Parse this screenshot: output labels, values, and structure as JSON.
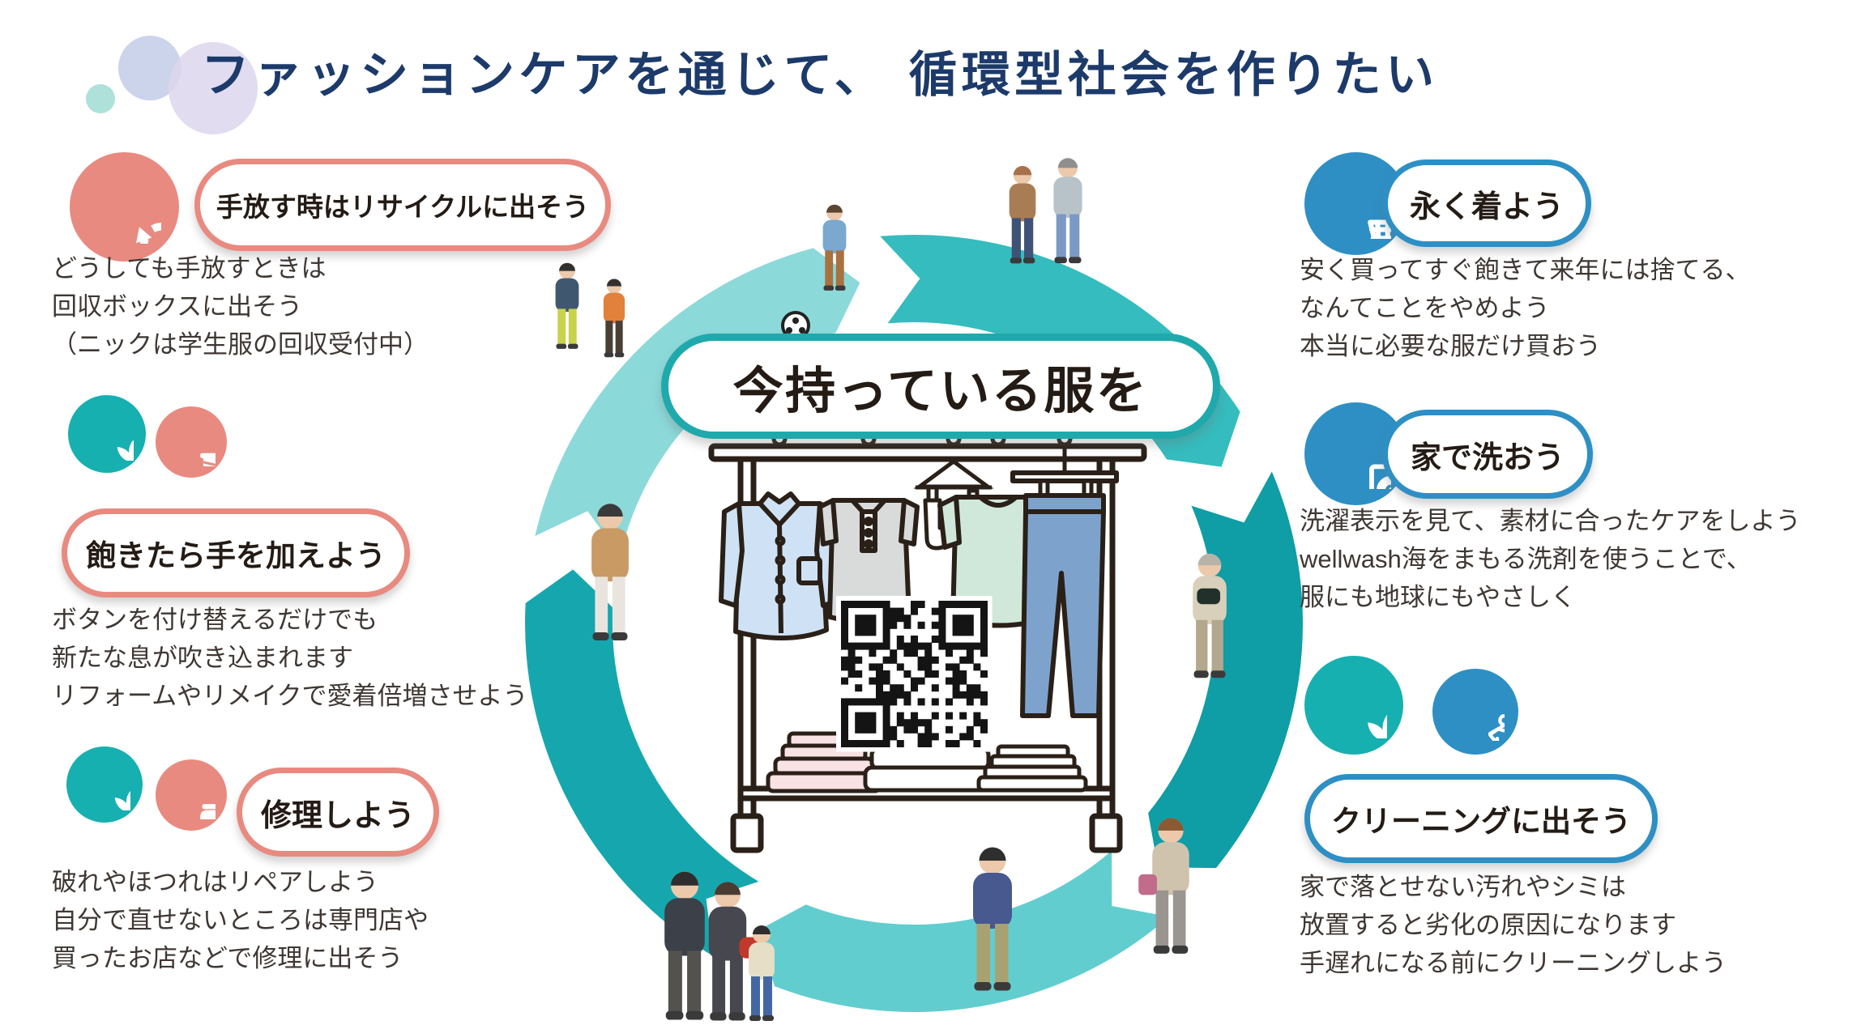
{
  "title": "ファッションケアを通じて、 循環型社会を作りたい",
  "center": {
    "label": "今持っている服を"
  },
  "sections": {
    "recycle": {
      "badge": "手放す時はリサイクルに出そう",
      "lines": [
        "どうしても手放すときは",
        "回収ボックスに出そう",
        "（ニックは学生服の回収受付中）"
      ]
    },
    "remake": {
      "badge": "飽きたら手を加えよう",
      "lines": [
        "ボタンを付け替えるだけでも",
        "新たな息が吹き込まれます",
        "リフォームやリメイクで愛着倍増させよう"
      ]
    },
    "repair": {
      "badge": "修理しよう",
      "lines": [
        "破れやほつれはリペアしよう",
        "自分で直せないところは専門店や",
        "買ったお店などで修理に出そう"
      ]
    },
    "wear_long": {
      "badge": "永く着よう",
      "lines": [
        "安く買ってすぐ飽きて来年には捨てる、",
        "なんてことをやめよう",
        "本当に必要な服だけ買おう"
      ]
    },
    "wash_home": {
      "badge": "家で洗おう",
      "lines": [
        "洗濯表示を見て、素材に合ったケアをしよう",
        "wellwash海をまもる洗剤を使うことで、",
        "服にも地球にもやさしく"
      ]
    },
    "cleaning": {
      "badge": "クリーニングに出そう",
      "lines": [
        "家で落とせない汚れやシミは",
        "放置すると劣化の原因になります",
        "手遅れになる前にクリーニングしよう"
      ]
    }
  },
  "icons": {
    "recycle": "recycle-icon",
    "brand_crown": "nick-crown-leaf-icon",
    "thread_spool": "thread-spool-needle-icon",
    "sewing_machine": "sewing-machine-icon",
    "cart": "shopping-cart-icon",
    "washer": "washing-machine-icon",
    "tshirt": "tshirt-hanger-icon",
    "qr": "qr-code",
    "ball": "soccer-ball"
  },
  "colors": {
    "title_navy": "#1c3a6a",
    "coral": "#e88a80",
    "blue": "#2e8fc4",
    "teal": "#1fa9ac",
    "ring_shades": [
      "#35bcbe",
      "#0f9da6",
      "#62cdcf",
      "#16a7ae",
      "#8cd9d9"
    ],
    "body_text": "#3e3733"
  }
}
